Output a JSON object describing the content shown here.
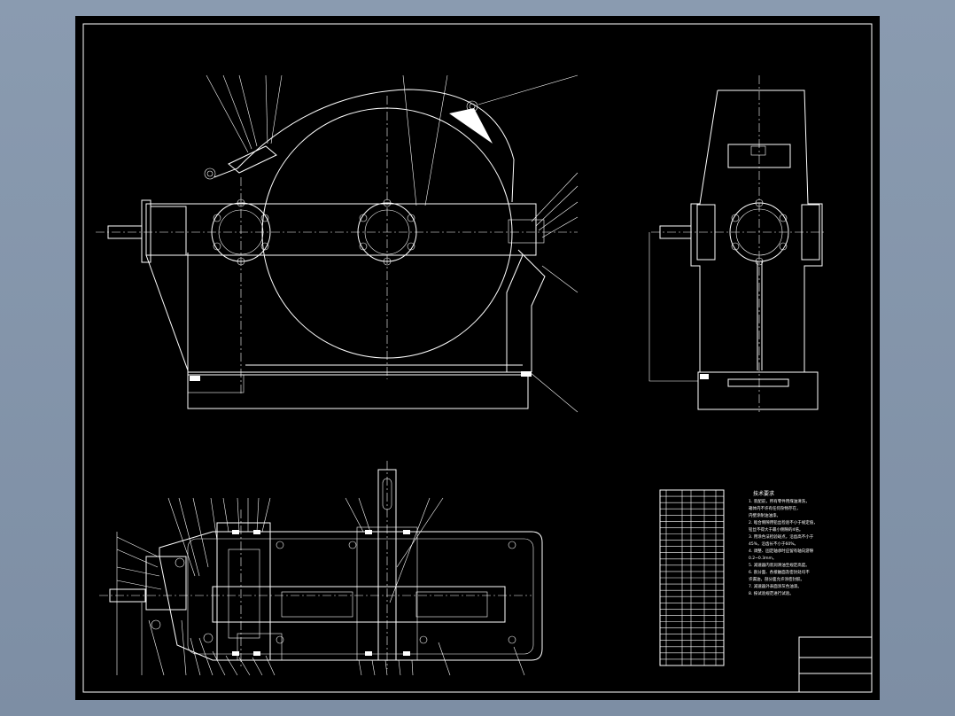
{
  "app": {
    "background_color": "#8497ae",
    "sheet_color": "#000000",
    "line_color": "#ffffff"
  },
  "drawing": {
    "notes_heading": "技术要求",
    "notes_lines": [
      "1. 装配前，所有零件用煤油清洗，",
      "   箱体内不许有任何杂物存在，",
      "   内壁涂耐油油漆。",
      "2. 啮合侧隙用铅丝检验不小于规定值，",
      "   铅丝不得大于最小侧隙的4倍。",
      "3. 用涂色法检验斑点，沿齿高不小于",
      "   45%，沿齿长不小于60%。",
      "4. 调整、固定轴承时应留有轴向游隙",
      "   0.2~0.3mm。",
      "5. 减速器内装润滑油至规定高度。",
      "6. 剖分面、各接触面及密封处均不",
      "   许漏油，剖分面允许涂密封胶。",
      "7. 减速器外表面涂灰色油漆。",
      "8. 按试验规范进行试验。"
    ]
  }
}
